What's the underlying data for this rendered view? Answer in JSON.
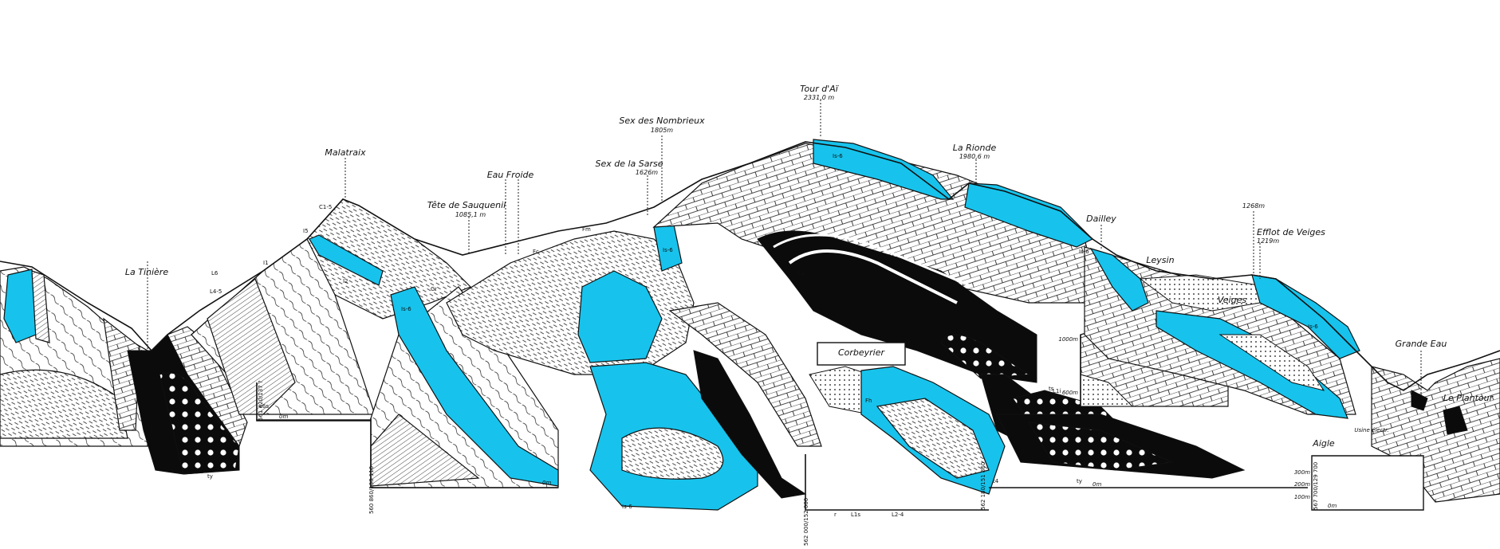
{
  "diagram": {
    "type": "geological cross-section",
    "colors": {
      "highlight_unit": "#17c3ec",
      "ink": "#111111",
      "background": "#ffffff"
    },
    "peaks": [
      {
        "name": "Malatraix",
        "altitude": ""
      },
      {
        "name": "La Tinière",
        "altitude": ""
      },
      {
        "name": "Tête de Sauquenil",
        "altitude": "1085,1 m"
      },
      {
        "name": "Eau Froide",
        "altitude": ""
      },
      {
        "name": "Sex de la Sarse",
        "altitude": "1626m"
      },
      {
        "name": "Sex des Nombrieux",
        "altitude": "1805m"
      },
      {
        "name": "Tour d'Aï",
        "altitude": "2331,0 m"
      },
      {
        "name": "La Rionde",
        "altitude": "1980,6 m"
      },
      {
        "name": "Dailley",
        "altitude": ""
      },
      {
        "name": "",
        "altitude": "1268m"
      },
      {
        "name": "Efflot de Veiges",
        "altitude": "1219m"
      },
      {
        "name": "Grande Eau",
        "altitude": ""
      }
    ],
    "places": [
      {
        "name": "Corbeyrier"
      },
      {
        "name": "Leysin"
      },
      {
        "name": "Veiges"
      },
      {
        "name": "Aigle"
      },
      {
        "name": "Usine électr."
      },
      {
        "name": "Le Plantour"
      }
    ],
    "units": [
      "C1-5",
      "Is-6",
      "I5",
      "I2",
      "I1",
      "L4-5",
      "L6",
      "L6s",
      "L2-4",
      "L1s",
      "L1i",
      "ts",
      "t4",
      "ty",
      "r",
      "Cr",
      "Fc",
      "Fh",
      "Fm",
      "Cs"
    ],
    "elevation_scales": {
      "center": [
        "1000m",
        "600m"
      ],
      "right": [
        "300m",
        "200m",
        "100m"
      ]
    },
    "baseline_label": "0m",
    "coordinates": [
      "561 420/137 ?",
      "560 860/138 110",
      "562 000/152 000",
      "562 180/151 860",
      "563 ??0/151 ??0",
      "567 700/129 700"
    ]
  }
}
